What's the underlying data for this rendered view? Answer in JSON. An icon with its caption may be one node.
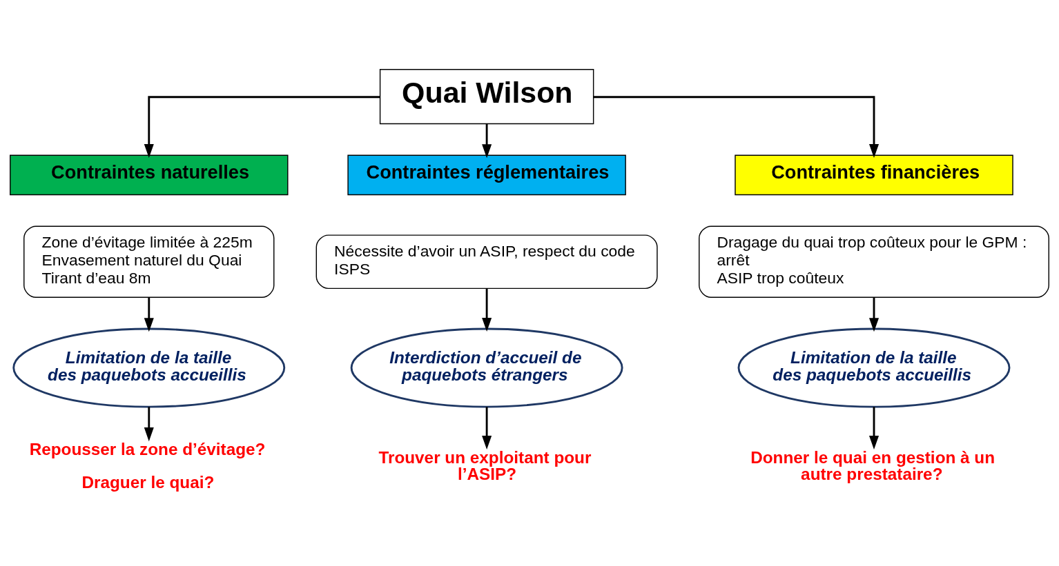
{
  "diagram": {
    "nodes": [
      {
        "text": [
          "Quai Wilson"
        ]
      },
      {
        "text": [
          "Contraintes naturelles"
        ]
      },
      {
        "text": [
          "Contraintes réglementaires"
        ]
      },
      {
        "text": [
          "Contraintes financières"
        ]
      },
      {
        "text": [
          "Zone d’évitage limitée à 225m",
          "Envasement naturel du Quai",
          "Tirant d’eau 8m"
        ]
      },
      {
        "text": [
          "Nécessite d’avoir un ASIP, respect du code ISPS"
        ]
      },
      {
        "text": [
          "Dragage du quai trop coûteux pour le GPM : arrêt",
          "ASIP trop coûteux"
        ]
      },
      {
        "text": [
          "Limitation de la taille des paquebots accueillis"
        ]
      },
      {
        "text": [
          "Interdiction d’accueil de paquebots étrangers"
        ]
      },
      {
        "text": [
          "Limitation de la taille des paquebots accueillis"
        ]
      },
      {
        "text": [
          "Repousser la zone d’évitage?",
          "Draguer le quai?"
        ]
      },
      {
        "text": [
          "Trouver un exploitant pour l’ASIP?"
        ]
      },
      {
        "text": [
          "Donner le quai en gestion à un autre prestataire?"
        ]
      }
    ],
    "edges": [
      {
        "from": 0,
        "to": 1,
        "arrow": "to"
      },
      {
        "from": 0,
        "to": 2,
        "arrow": "to"
      },
      {
        "from": 0,
        "to": 3,
        "arrow": "to"
      },
      {
        "from": 4,
        "to": 7,
        "arrow": "to"
      },
      {
        "from": 5,
        "to": 8,
        "arrow": "to"
      },
      {
        "from": 6,
        "to": 9,
        "arrow": "to"
      },
      {
        "from": 7,
        "to": 10,
        "arrow": "to"
      },
      {
        "from": 8,
        "to": 11,
        "arrow": "to"
      },
      {
        "from": 9,
        "to": 12,
        "arrow": "to"
      }
    ]
  }
}
